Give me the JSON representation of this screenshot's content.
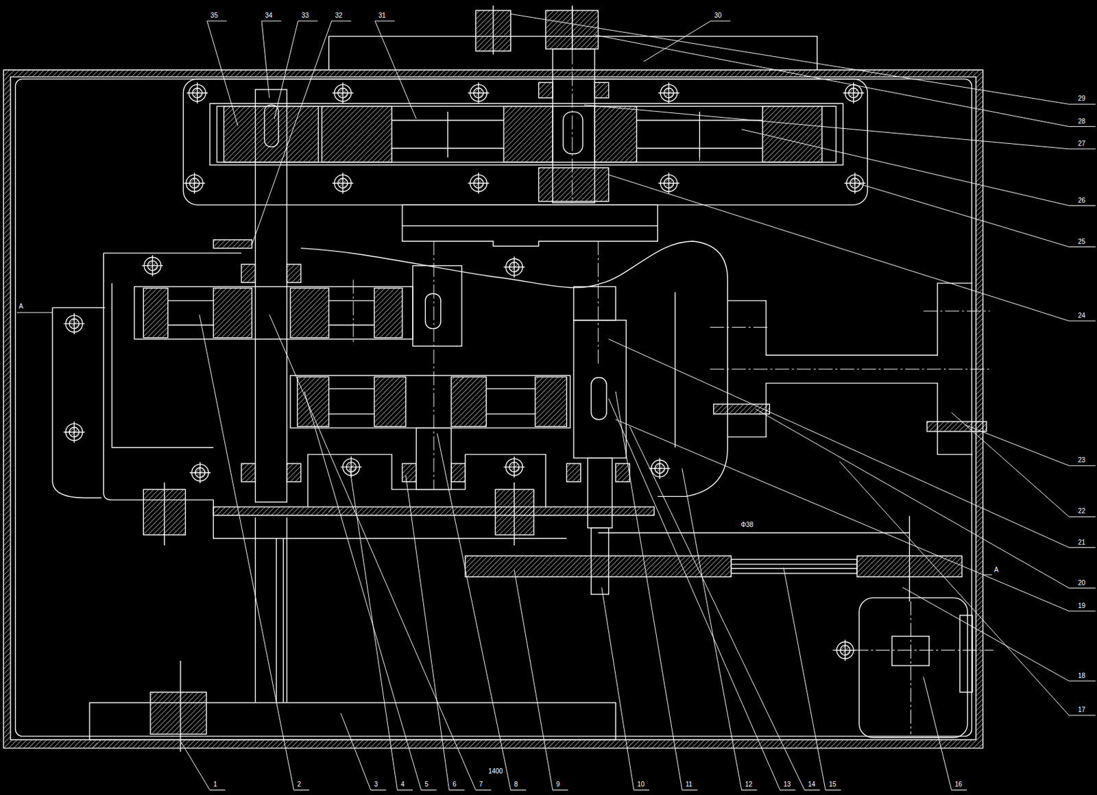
{
  "diagram": {
    "labels": [
      "35",
      "34",
      "33",
      "32",
      "31",
      "30",
      "29",
      "28",
      "27",
      "26",
      "25",
      "24",
      "23",
      "22",
      "21",
      "20",
      "19",
      "18",
      "1",
      "2",
      "3",
      "4",
      "5",
      "6",
      "7",
      "8",
      "9",
      "10",
      "11",
      "12",
      "13",
      "14",
      "15",
      "16",
      "17",
      "A",
      "A",
      "1400",
      "Φ38"
    ]
  }
}
